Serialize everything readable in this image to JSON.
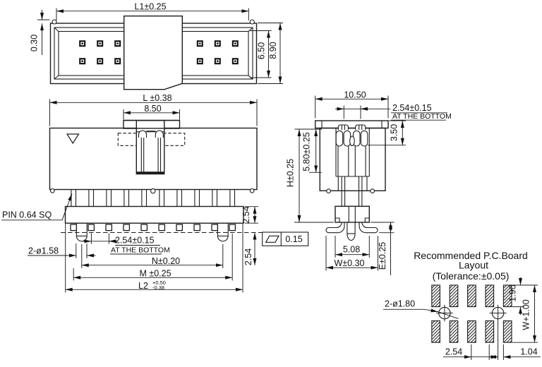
{
  "drawing": {
    "top_view": {
      "dim_l1": "L1±0.25",
      "dim_030": "0.30",
      "dim_650": "6.50",
      "dim_890": "8.90"
    },
    "front_view": {
      "dim_l": "L ±0.38",
      "dim_850": "8.50",
      "pin_label": "PIN  0.64  SQ",
      "dim_254_015": "2.54±0.15",
      "at_bottom": "AT THE BOTTOM",
      "dim_holes": "2-ø1.58",
      "dim_n": "N±0.20",
      "dim_m": "M  ±0.25",
      "dim_l2": "L2",
      "l2_plus": "+0.50",
      "l2_minus": "-0.38",
      "dim_254_strip": "2.54",
      "dim_254_tail": "2.54",
      "flatness_value": "0.15"
    },
    "side_view": {
      "dim_1050": "10.50",
      "dim_254_015": "2.54±0.15",
      "at_bottom": "AT THE BOTTOM",
      "dim_350": "3.50",
      "dim_580": "5.80±0.25",
      "dim_h": "H±0.25",
      "dim_508": "5.08",
      "dim_w": "W±0.30",
      "dim_e": "E±0.25"
    },
    "pcb_layout": {
      "title_line1": "Recommended  P.C.Board",
      "title_line2": "Layout",
      "title_line3": "(Tolerance:±0.05)",
      "dim_holes": "2-ø1.80",
      "dim_190": "1.90",
      "dim_w100": "W+1.00",
      "dim_254": "2.54",
      "dim_104": "1.04"
    }
  }
}
